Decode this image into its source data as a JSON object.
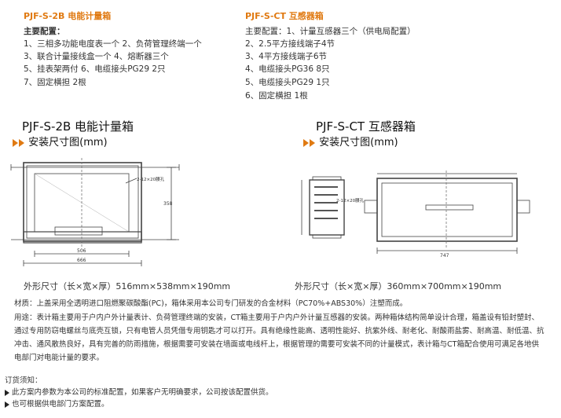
{
  "left_header": {
    "title": "PJF-S-2B  电能计量箱",
    "config_title": "主要配置：",
    "lines": [
      "1、三相多功能电度表一个  2、负荷管理终端一个",
      "3、联合计量接线盒一个     4、熔断器三个",
      "5、挂表架两付                 6、电缆接头PG29  2只",
      "7、固定横担   2根"
    ]
  },
  "right_header": {
    "title": "PJF-S-CT  互感器箱",
    "lines": [
      "主要配置：1、计量互感器三个（供电局配置）",
      "2、2.5平方接线端子4节",
      "3、4平方接线端子6节",
      "4、电缆接头PG36  8只",
      "5、电缆接头PG29  1只",
      "6、固定横担    1根"
    ]
  },
  "left_section": {
    "title": "PJF-S-2B  电能计量箱",
    "subtitle": "安装尺寸图(mm)",
    "dim_hole": "2-12×20腰孔",
    "dim_height": "358",
    "dim_inner": "506",
    "dim_outer": "666",
    "size": "外形尺寸（长×宽×厚）516mm×538mm×190mm"
  },
  "right_section": {
    "title": "PJF-S-CT  互感器箱",
    "subtitle": "安装尺寸图(mm)",
    "dim_hole": "2-12×20腰孔",
    "dim_width": "747",
    "size": "外形尺寸（长×宽×厚）360mm×700mm×190mm"
  },
  "material": "材质：上盖采用全透明进口阻燃聚碳酸酯(PC)，箱体采用本公司专门研发的合金材料（PC70%+ABS30%）注塑而成。",
  "usage": "用途：表计箱主要用于户内户外计量表计、负荷管理终端的安装，CT箱主要用于户内户外计量互感器的安装。两种箱体结构简单设计合理，箱盖设有铅封塑封、通过专用防窃电螺丝与底壳互锁，只有电管人员凭借专用钥匙才可以打开。具有绝缘性能高、透明性能好、抗紫外线、耐老化、耐酸雨盐雾、耐高温、耐低温、抗冲击、通风散热良好，具有完善的防雨措施，根据需要可安装在墙面或电线杆上，根据管理的需要可安装不同的计量模式，表计箱与CT箱配合使用可满足各地供电部门对电能计量的要求。",
  "order": {
    "title": "订货须知：",
    "items": [
      "此方案内参数为本公司的标准配置，如果客户无明确要求，公司按该配置供货。",
      "也可根据供电部门方案配置。"
    ]
  }
}
